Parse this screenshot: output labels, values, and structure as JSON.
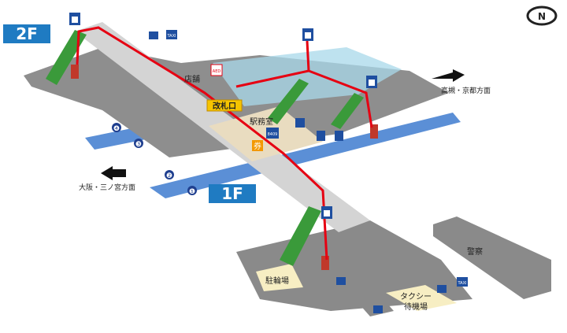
{
  "floors": {
    "upper": "2F",
    "lower": "1F"
  },
  "labels": {
    "station_office": "駅務室",
    "ticket_gate": "改札口",
    "shop": "店舗",
    "bicycle_parking": "駐輪場",
    "police": "警察",
    "taxi_line1": "タクシー",
    "taxi_line2": "待機場"
  },
  "directions": {
    "east": "高槻・京都方面",
    "west": "大阪・三ノ宮方面"
  },
  "platforms": [
    "❶",
    "❷",
    "❸",
    "❹"
  ],
  "signs": {
    "ticket": "券",
    "aed": "AED",
    "taxi": "TAXI",
    "route_number": "8409"
  },
  "compass": "N",
  "colors": {
    "route": "#e60012",
    "platform": "#5b8fd6",
    "floor_badge": "#1f7bc2",
    "escalator": "#3a9a3a"
  }
}
